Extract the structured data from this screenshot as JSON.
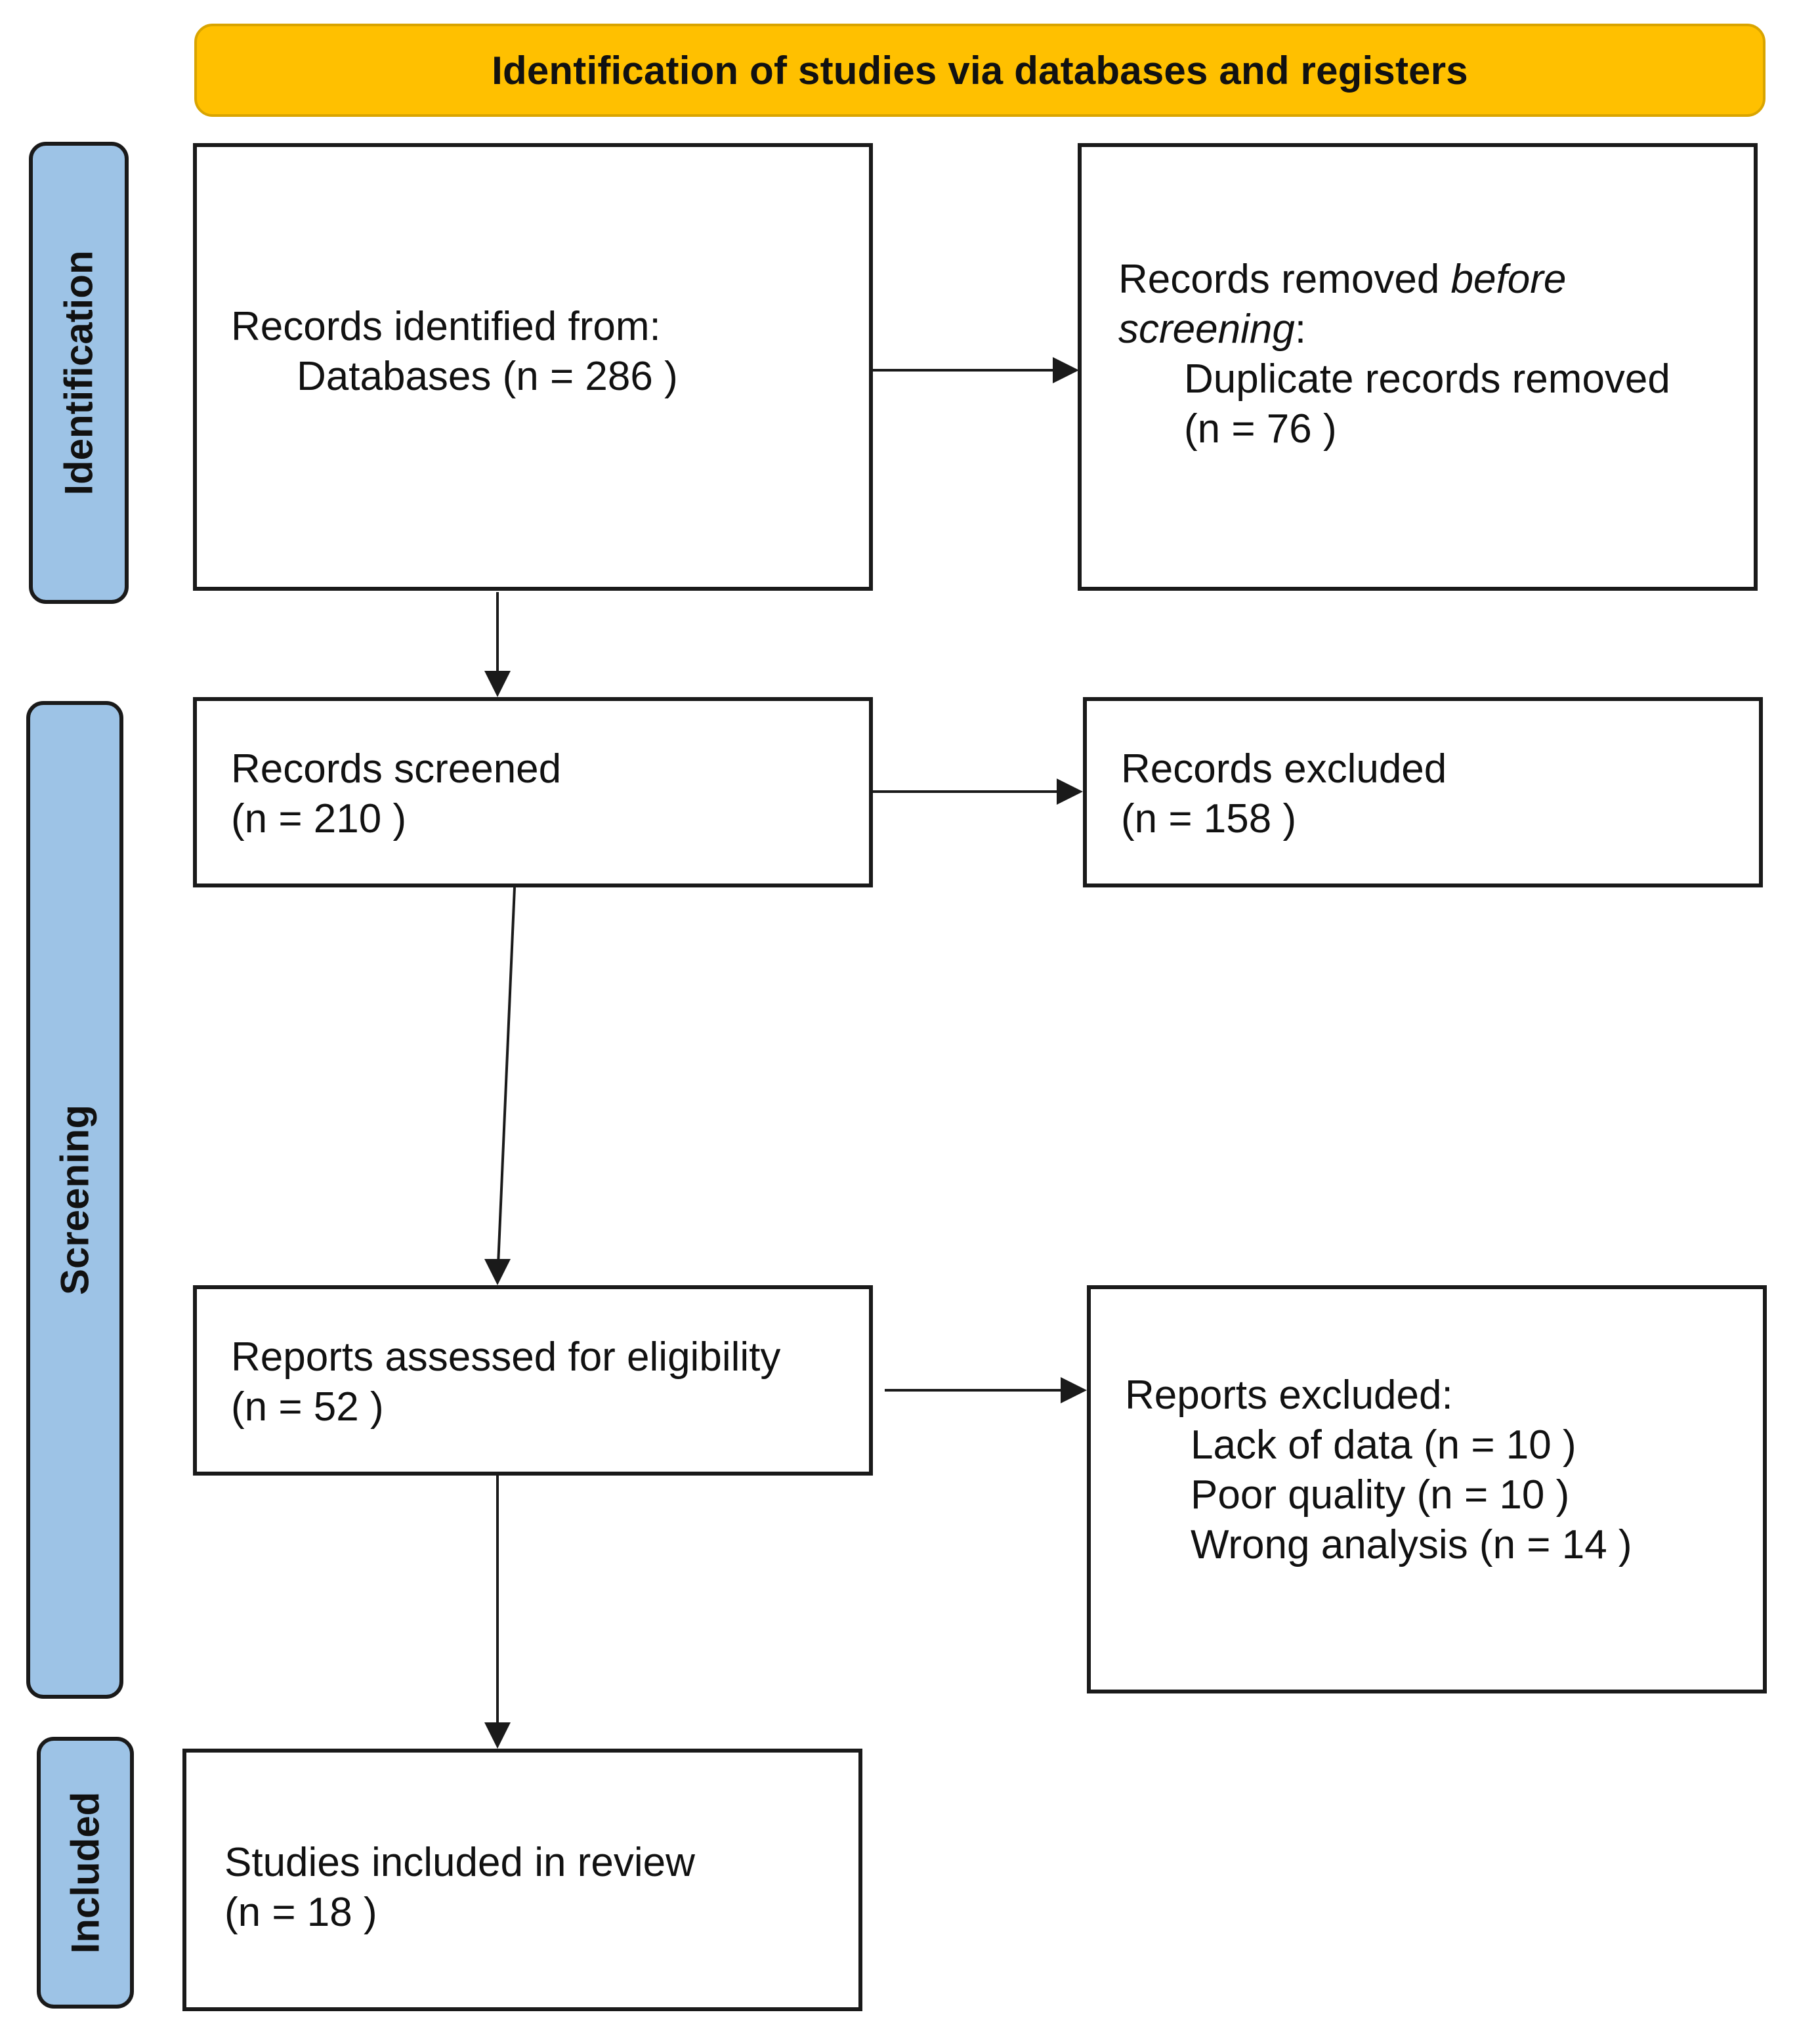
{
  "banner": {
    "title": "Identification of studies via databases and registers"
  },
  "phases": {
    "identification": "Identification",
    "screening": "Screening",
    "included": "Included"
  },
  "boxes": {
    "records_identified": {
      "heading": "Records identified from:",
      "detail": "Databases (n = 286 )"
    },
    "records_removed": {
      "heading_plain": "Records removed ",
      "heading_italic": "before",
      "heading_italic_2": "screening",
      "heading_colon": ":",
      "detail_1": "Duplicate records removed",
      "detail_2": "(n = 76 )"
    },
    "records_screened": {
      "heading": "Records screened",
      "count": "(n = 210 )"
    },
    "records_excluded": {
      "heading": "Records excluded",
      "count": "(n = 158 )"
    },
    "reports_assessed": {
      "heading": "Reports assessed for eligibility",
      "count": "(n = 52 )"
    },
    "reports_excluded": {
      "heading": "Reports excluded:",
      "reasons": [
        "Lack of data (n = 10 )",
        "Poor quality (n = 10 )",
        "Wrong analysis (n = 14 )"
      ]
    },
    "studies_included": {
      "heading": "Studies included in review",
      "count": "(n = 18 )"
    }
  },
  "colors": {
    "banner_fill": "#FFC000",
    "phase_fill": "#9DC3E6",
    "line": "#1a1a1a"
  }
}
